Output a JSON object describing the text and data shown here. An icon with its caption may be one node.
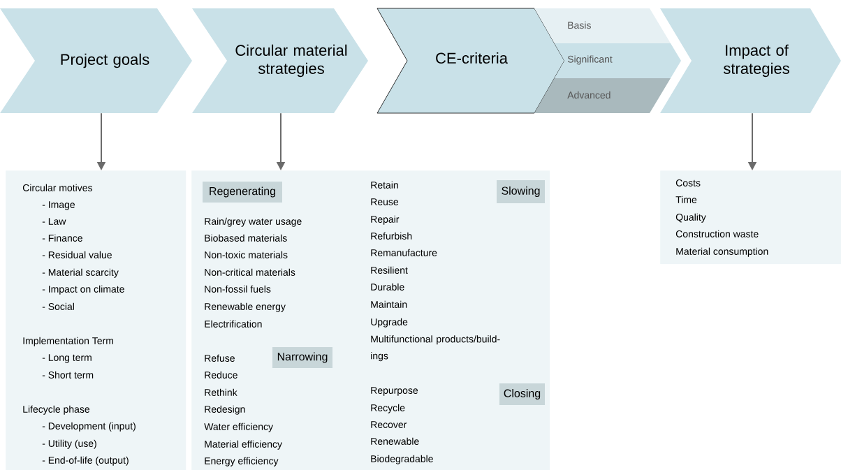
{
  "diagram": {
    "nodes": [
      {
        "text": [
          "Project goals"
        ]
      },
      {
        "text": [
          "Circular material strategies"
        ]
      },
      {
        "text": [
          "CE-criteria"
        ]
      },
      {
        "text": [
          "Basis"
        ]
      },
      {
        "text": [
          "Significant"
        ]
      },
      {
        "text": [
          "Advanced"
        ]
      },
      {
        "text": [
          "Impact of strategies"
        ]
      },
      {
        "text": [
          "Circular motives",
          "- Image",
          "- Law",
          "- Finance",
          "- Residual value",
          "- Material scarcity",
          "- Impact on climate",
          "- Social",
          "Implementation Term",
          "- Long term",
          "- Short term",
          "Lifecycle phase",
          "- Development (input)",
          "- Utility (use)",
          "- End-of-life (output)"
        ]
      },
      {
        "text": [
          "Rain/grey water usage",
          "Biobased materials",
          "Non-toxic materials",
          "Non-critical materials",
          "Non-fossil fuels",
          "Renewable energy",
          "Electrification",
          "Refuse",
          "Reduce",
          "Rethink",
          "Redesign",
          "Water efficiency",
          "Material efficiency",
          "Energy efficiency",
          "Retain",
          "Reuse",
          "Repair",
          "Refurbish",
          "Remanufacture",
          "Resilient",
          "Durable",
          "Maintain",
          "Upgrade",
          "Multifunctional products/build- ings",
          "Repurpose",
          "Recycle",
          "Recover",
          "Renewable",
          "Biodegradable"
        ]
      },
      {
        "text": [
          "Regenerating"
        ],
        "in": 8
      },
      {
        "text": [
          "Narrowing"
        ],
        "in": 8
      },
      {
        "text": [
          "Slowing"
        ],
        "in": 8
      },
      {
        "text": [
          "Closing"
        ],
        "in": 8
      },
      {
        "text": [
          "Costs",
          "Time",
          "Quality",
          "Construction waste",
          "Material consumption"
        ]
      }
    ],
    "edges": [
      {
        "from": 0,
        "to": 7,
        "arrow": "to"
      },
      {
        "from": 1,
        "to": 8,
        "arrow": "to"
      },
      {
        "from": 6,
        "to": 13,
        "arrow": "to"
      }
    ]
  }
}
